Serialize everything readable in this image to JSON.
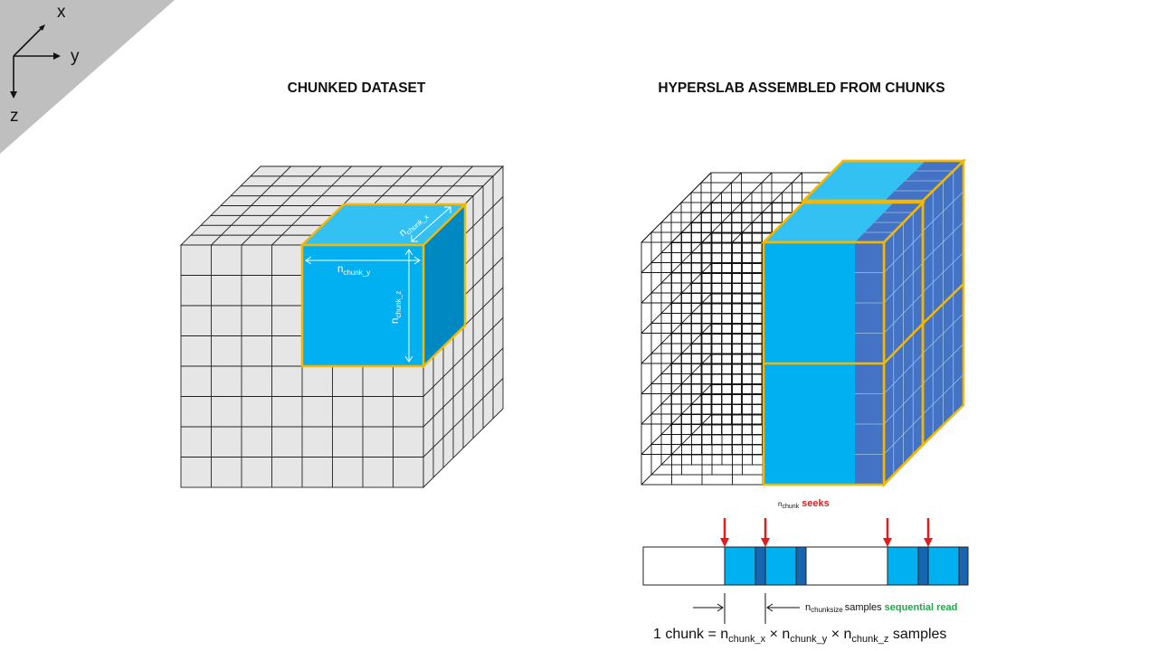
{
  "titles": {
    "left": "CHUNKED DATASET",
    "right": "HYPERSLAB ASSEMBLED FROM CHUNKS"
  },
  "axes": {
    "x": "x",
    "y": "y",
    "z": "z"
  },
  "chunk_labels": {
    "n": "n",
    "x_sub": "chunk_x",
    "y_sub": "chunk_y",
    "z_sub": "chunk_z"
  },
  "seeks": {
    "n": "n",
    "sub": "chunk",
    "word": "seeks"
  },
  "sequential": {
    "n": "n",
    "sub": "chunksize",
    "samples": "samples",
    "word": "sequential read"
  },
  "formula": {
    "prefix": "1 chunk = n",
    "sub_x": "chunk_x",
    "times1": " × n",
    "sub_y": "chunk_y",
    "times2": " × n",
    "sub_z": "chunk_z",
    "suffix": " samples"
  },
  "colors": {
    "chunk_front": "#00b0f0",
    "chunk_top": "#33c1f4",
    "chunk_side": "#0088c2",
    "hyperslab_side": "#4472c4",
    "highlight_border": "#f5b700",
    "cube_face": "#e6e6e6",
    "seek_arrow": "#e31d1d",
    "sequential_text": "#23a64a"
  }
}
